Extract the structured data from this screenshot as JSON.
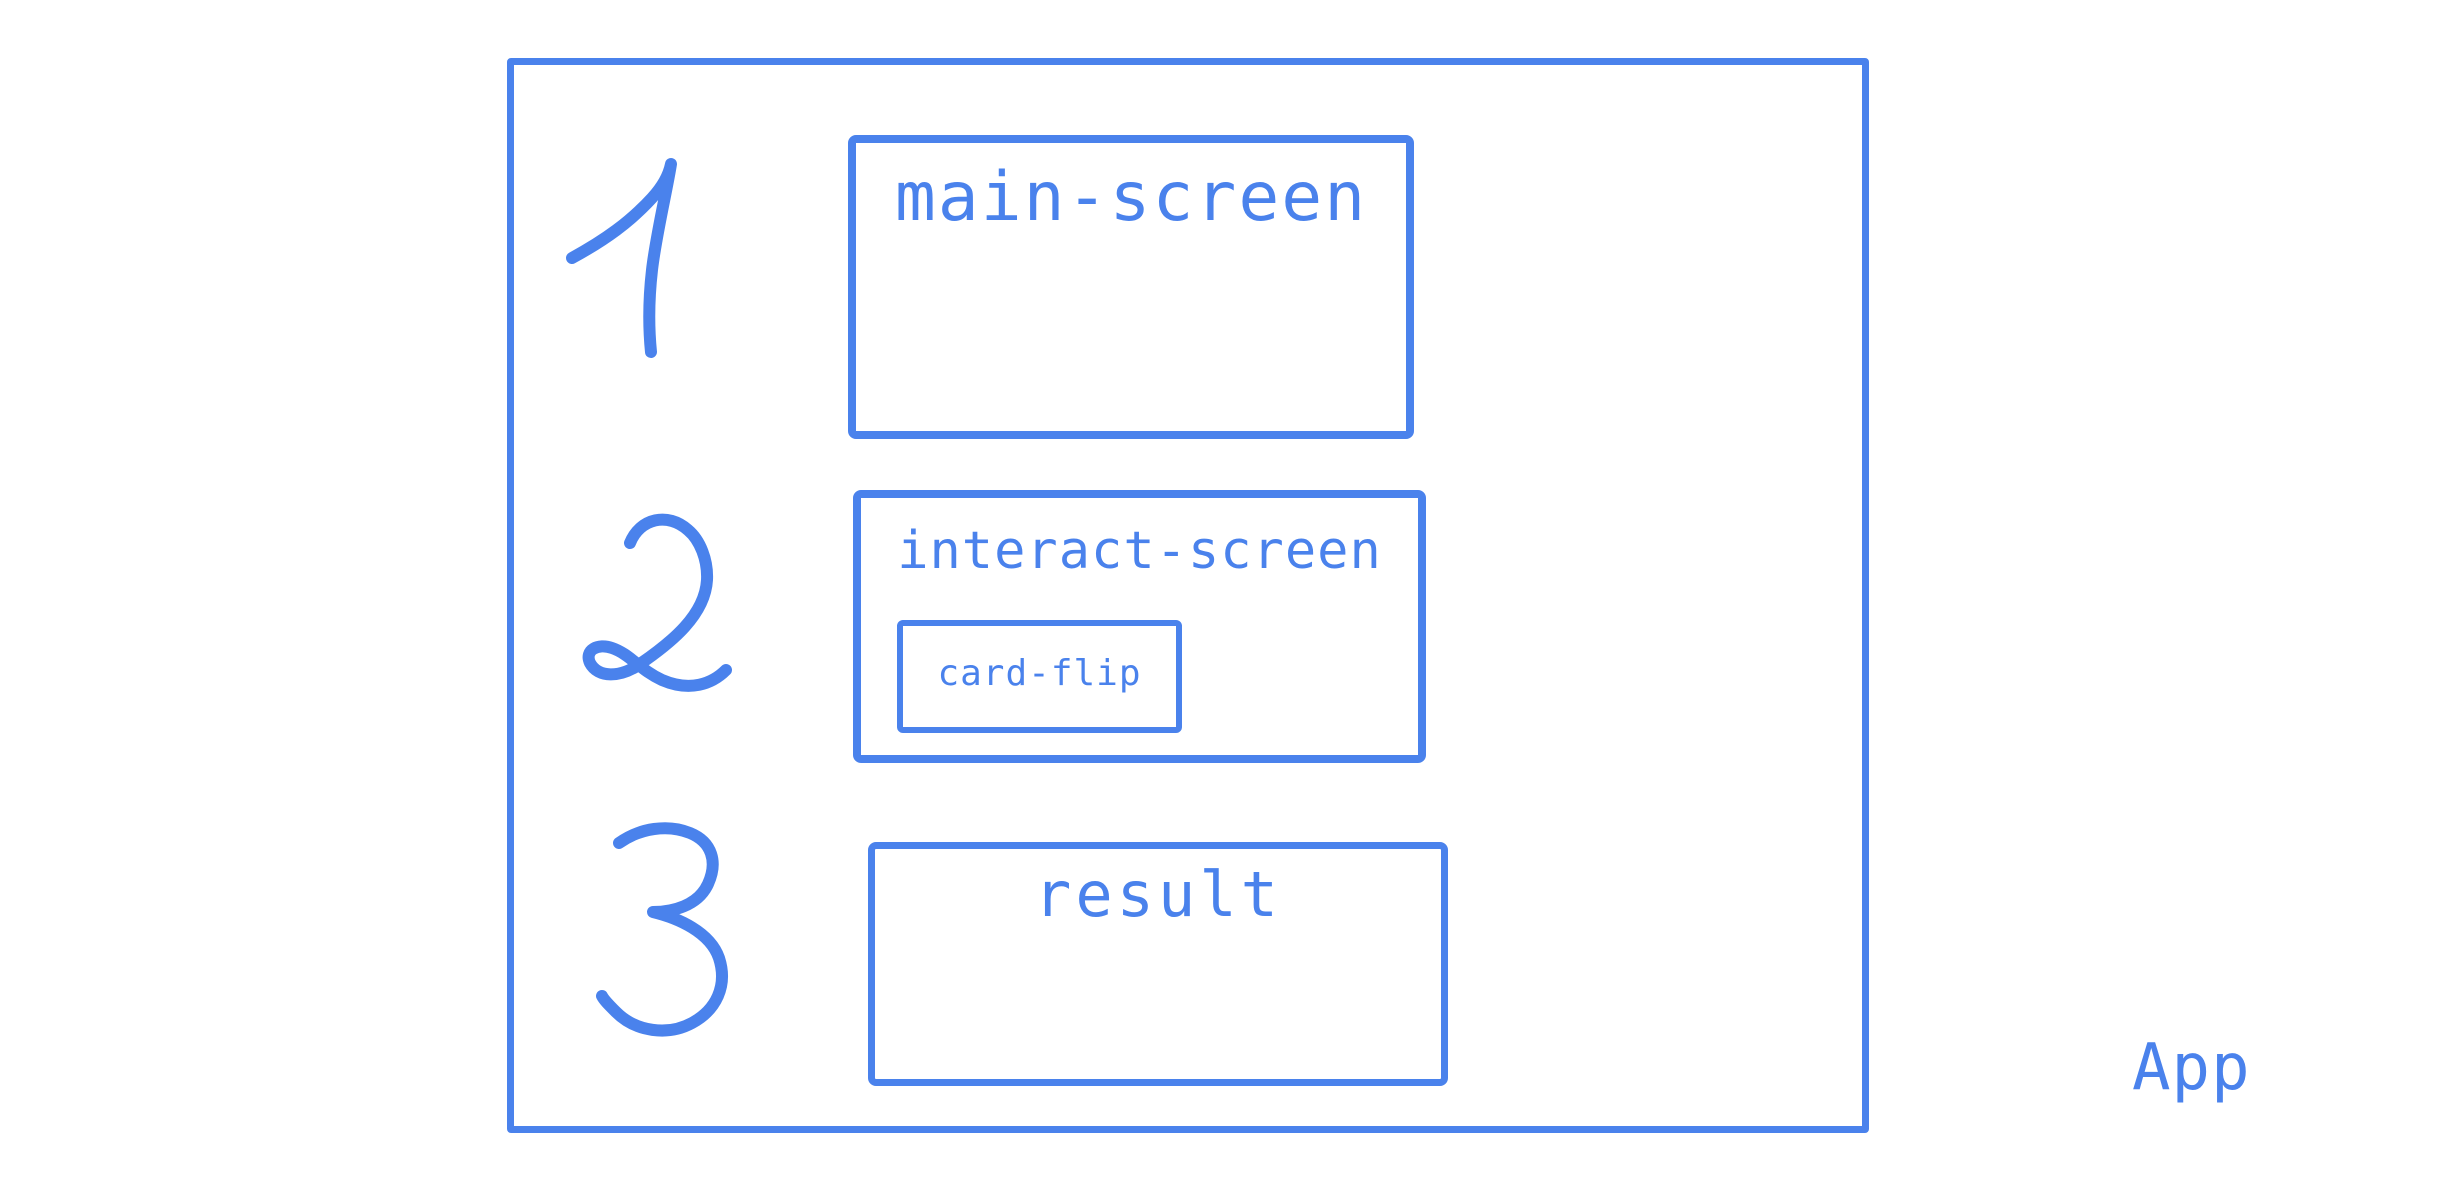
{
  "colors": {
    "ink": "#4a82ec",
    "background": "#ffffff"
  },
  "diagram": {
    "app_label": "App",
    "steps": [
      {
        "number": "1",
        "screen": {
          "label": "main-screen"
        }
      },
      {
        "number": "2",
        "screen": {
          "label": "interact-screen",
          "child": {
            "label": "card-flip"
          }
        }
      },
      {
        "number": "3",
        "screen": {
          "label": "result"
        }
      }
    ]
  }
}
